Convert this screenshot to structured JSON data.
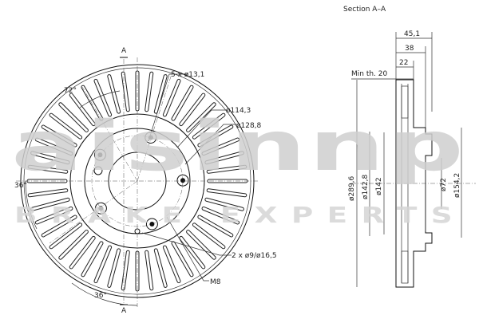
{
  "section_title": "Section A–A",
  "watermark": {
    "brand": "aisinnp",
    "tagline": "BRAKE EXPERTS"
  },
  "front_view": {
    "section_mark_top": "A",
    "section_mark_bottom": "A",
    "bolts_label": "5 x ø13,1",
    "pcd_label": "ø114,3",
    "outer_hub_label": "ø128,8",
    "holes_label": "2 x ø9/ø16,5",
    "thread_label": "M8",
    "angle_72": "72°",
    "angle_36_left": "36°",
    "angle_36_bottom": "36°"
  },
  "section_view": {
    "dim_45": "45,1",
    "dim_38": "38",
    "dim_22": "22",
    "min_thickness": "Min th. 20",
    "dia_289": "ø289,6",
    "dia_142_8": "ø142,8",
    "dia_142": "ø142",
    "dia_72": "ø72",
    "dia_154": "ø154,2"
  }
}
